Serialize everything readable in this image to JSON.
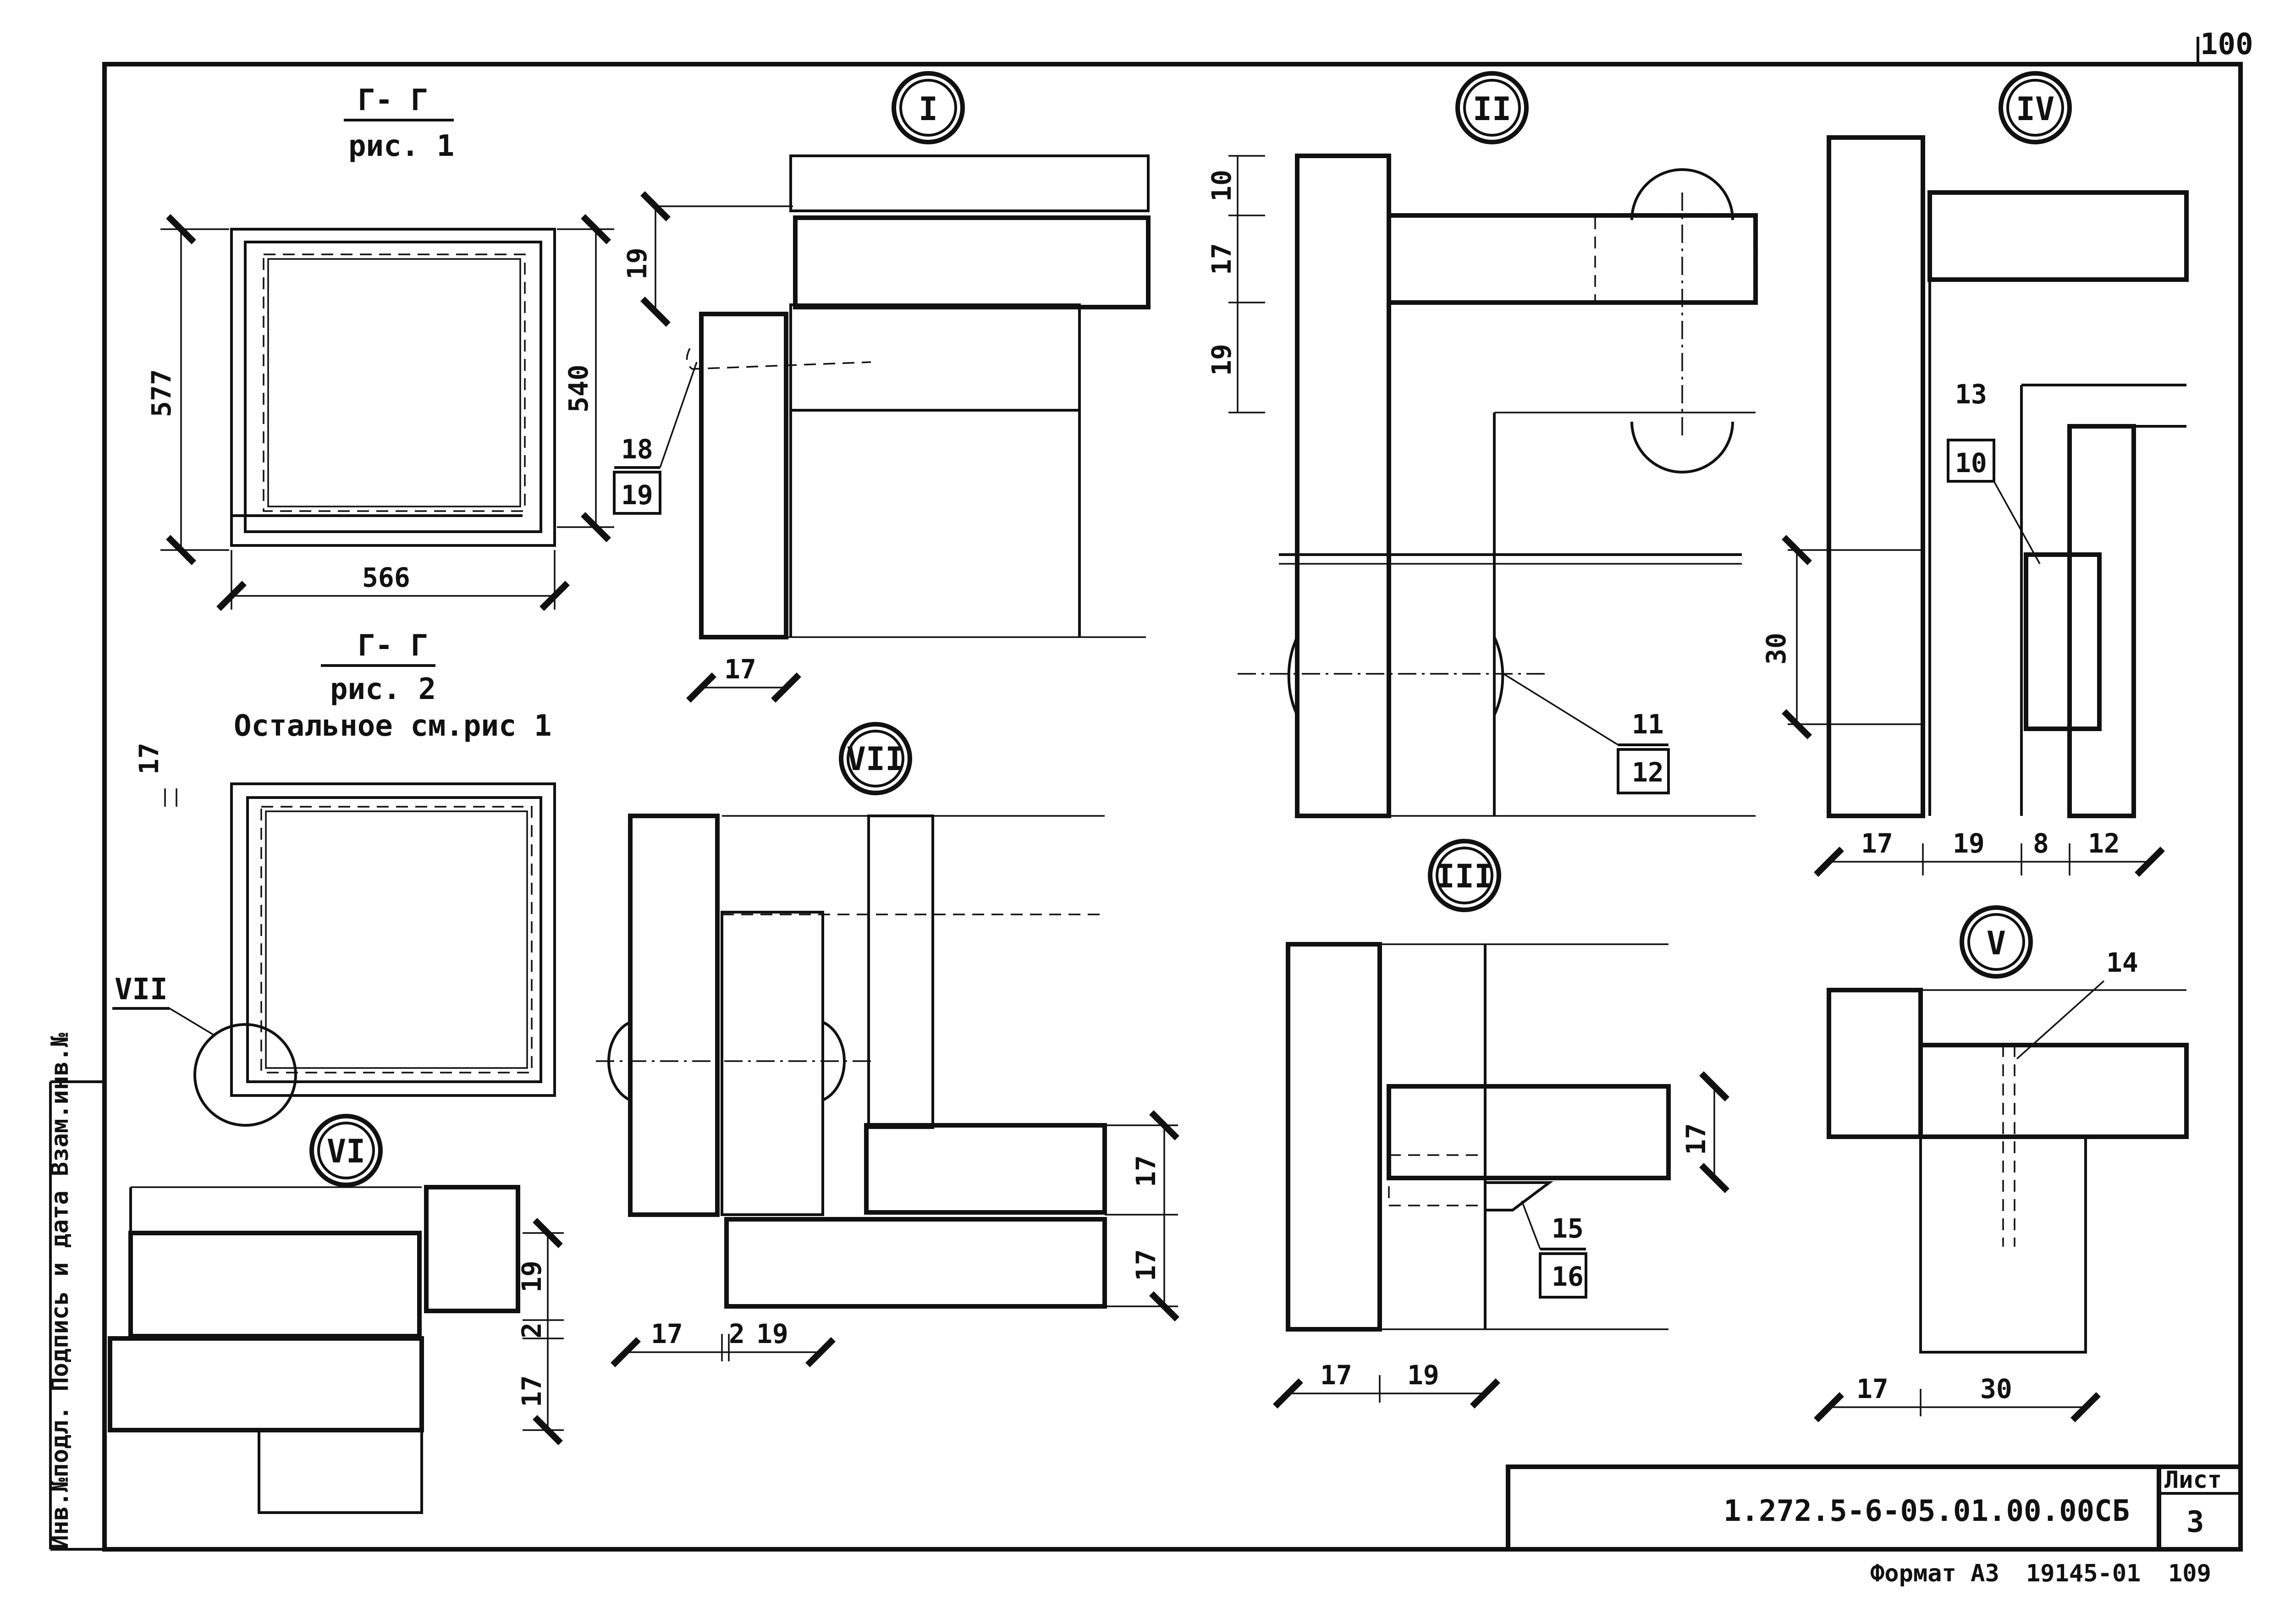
{
  "sheet": {
    "corner_number": "100",
    "document_code": "1.272.5-6-05.01.00.00СБ",
    "sheet_label": "Лист",
    "sheet_number": "3",
    "format_label": "Формат А3",
    "archive_code": "19145-01",
    "page_number": "109",
    "side_margin_text": "Инв.№подл. Подпись и дата Взам.инв.№"
  },
  "views": {
    "fig1": {
      "section": "Г- Г",
      "caption": "рис. 1",
      "dim_height": "577",
      "dim_inner": "540",
      "dim_width": "566"
    },
    "fig2": {
      "section": "Г- Г",
      "caption": "рис. 2",
      "note": "Остальное см.рис 1",
      "dim_side": "17",
      "callout": "VII"
    }
  },
  "details": {
    "I": {
      "label": "I",
      "dims": [
        "19",
        "17"
      ],
      "leader_top": "18",
      "leader_bottom": "19"
    },
    "II": {
      "label": "II",
      "dims": [
        "10",
        "17",
        "19"
      ],
      "leader_top": "11",
      "leader_bottom": "12"
    },
    "III": {
      "label": "III",
      "dims": [
        "17",
        "17",
        "19"
      ],
      "leader_top": "15",
      "leader_bottom": "16"
    },
    "IV": {
      "label": "IV",
      "dims": [
        "30",
        "17",
        "19",
        "8",
        "12"
      ],
      "leader_top": "13",
      "leader_bottom": "10"
    },
    "V": {
      "label": "V",
      "dims": [
        "17",
        "30"
      ],
      "leader": "14"
    },
    "VI": {
      "label": "VI",
      "dims": [
        "19",
        "2",
        "17"
      ]
    },
    "VII": {
      "label": "VII",
      "dims": [
        "17",
        "17",
        "17",
        "2",
        "19"
      ]
    }
  }
}
